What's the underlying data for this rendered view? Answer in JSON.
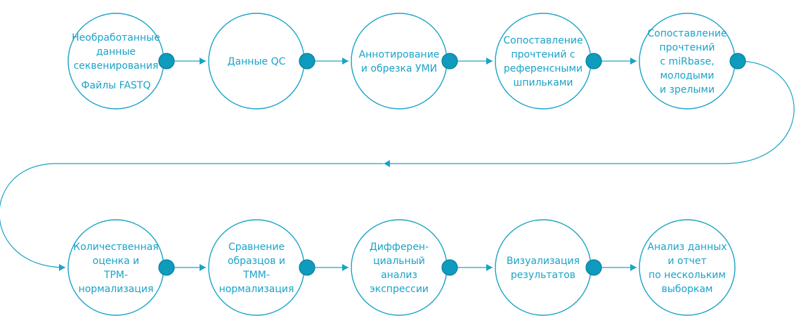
{
  "colors": {
    "accent": "#1aa3c8",
    "dot": "#0e9bbd"
  },
  "nodes": [
    {
      "id": "raw-data",
      "lines": [
        "Необработанные",
        "данные",
        "секвенирования",
        "Файлы FASTQ"
      ]
    },
    {
      "id": "qc-data",
      "lines": [
        "Данные QC"
      ]
    },
    {
      "id": "umi-annotation",
      "lines": [
        "Аннотирование",
        "и обрезка УМИ"
      ]
    },
    {
      "id": "spike-in-mapping",
      "lines": [
        "Сопоставление",
        "прочтений с",
        "референсными",
        "шпильками"
      ]
    },
    {
      "id": "mirbase-mapping",
      "lines": [
        "Сопоставление",
        "прочтений",
        "с miRbase,",
        "молодыми",
        "и зрелыми"
      ]
    },
    {
      "id": "quantification",
      "lines": [
        "Количественная",
        "оценка и",
        "TPM-",
        "нормализация"
      ]
    },
    {
      "id": "sample-comparison",
      "lines": [
        "Сравнение",
        "образцов и",
        "TMM-",
        "нормализация"
      ]
    },
    {
      "id": "differential-analysis",
      "lines": [
        "Диффере н-",
        "циальный",
        "анализ",
        "экспрессии"
      ]
    },
    {
      "id": "visualization",
      "lines": [
        "Визуализация",
        "результатов"
      ]
    },
    {
      "id": "multi-sample-report",
      "lines": [
        "Анализ данных",
        "и отчет",
        "по нескольким",
        "выборкам"
      ]
    }
  ]
}
